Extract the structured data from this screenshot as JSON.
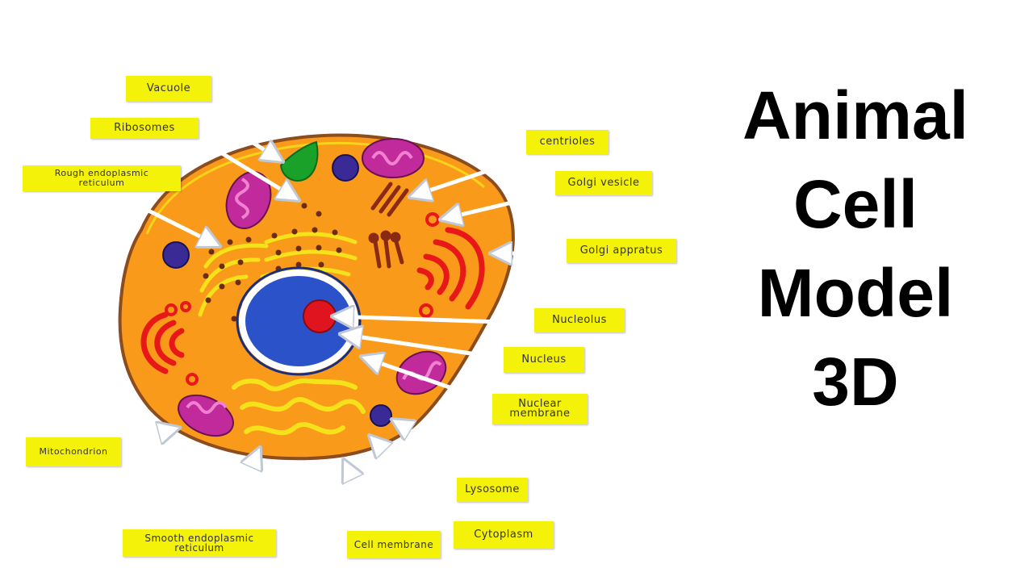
{
  "title": {
    "line1": "Animal",
    "line2": "Cell",
    "line3": "Model",
    "line4": "3D"
  },
  "labels": {
    "vacuole": "Vacuole",
    "ribosomes": "Ribosomes",
    "rough_er_1": "Rough endoplasmic",
    "rough_er_2": "reticulum",
    "centrioles": "centrioles",
    "golgi_vesicle": "Golgi vesicle",
    "golgi_apparatus": "Golgi appratus",
    "nucleolus": "Nucleolus",
    "nucleus": "Nucleus",
    "nuclear_membrane_1": "Nuclear",
    "nuclear_membrane_2": "membrane",
    "mitochondrion": "Mitochondrion",
    "lysosome": "Lysosome",
    "smooth_er_1": "Smooth endoplasmic",
    "smooth_er_2": "reticulum",
    "cell_membrane": "Cell membrane",
    "cytoplasm": "Cytoplasm"
  },
  "colors": {
    "cytoplasm": "#f99a1a",
    "cell_membrane": "#f5e21a",
    "nucleus": "#2c52c9",
    "nucleolus": "#e0141e",
    "mitochondria": "#c02a9a",
    "golgi": "#e81818",
    "vacuole": "#1aa12a",
    "lysosome": "#3a2a96",
    "label_bg": "#f5f20a"
  }
}
